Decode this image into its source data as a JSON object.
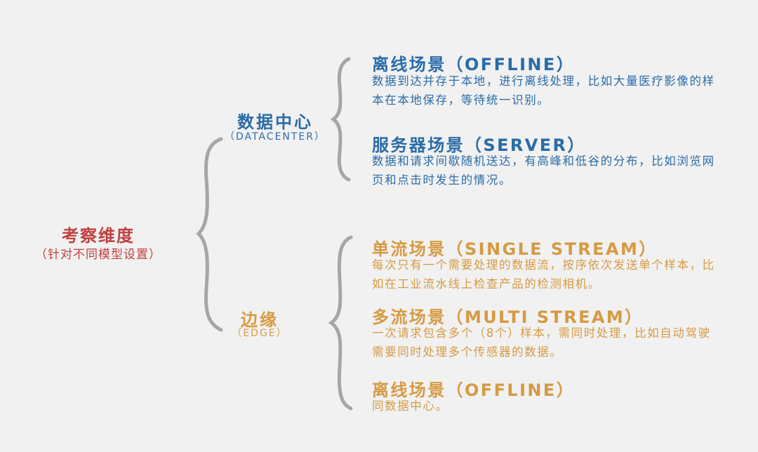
{
  "root": {
    "title": "考察维度",
    "subtitle": "（针对不同模型设置）"
  },
  "categories": [
    {
      "title": "数据中心",
      "subtitle": "（DATACENTER）",
      "items": [
        {
          "title": "离线场景（OFFLINE）",
          "desc": "数据到达并存于本地，进行离线处理，比如大量医疗影像的样本在本地保存，等待统一识别。"
        },
        {
          "title": "服务器场景（SERVER）",
          "desc": "数据和请求间歇随机送达，有高峰和低谷的分布，比如浏览网页和点击时发生的情况。"
        }
      ]
    },
    {
      "title": "边缘",
      "subtitle": "（EDGE）",
      "items": [
        {
          "title": "单流场景（SINGLE STREAM）",
          "desc": "每次只有一个需要处理的数据流，按序依次发送单个样本，比如在工业流水线上检查产品的检测相机。"
        },
        {
          "title": "多流场景（MULTI STREAM）",
          "desc": "一次请求包含多个（8个）样本，需同时处理，比如自动驾驶需要同时处理多个传感器的数据。"
        },
        {
          "title": "离线场景（OFFLINE）",
          "desc": "同数据中心。"
        }
      ]
    }
  ],
  "colors": {
    "root": "#c0413e",
    "datacenter": "#2a6ca8",
    "edge": "#d69a43",
    "brace": "#a6a6a6",
    "background": "#f1f1f1"
  }
}
